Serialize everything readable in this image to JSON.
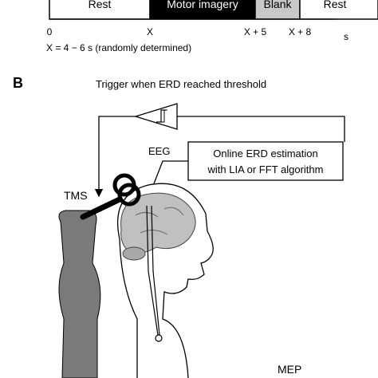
{
  "timeline": {
    "segments": [
      {
        "label": "Rest",
        "fill": "#ffffff",
        "text_color": "#000000"
      },
      {
        "label": "Motor imagery",
        "fill": "#000000",
        "text_color": "#ffffff"
      },
      {
        "label": "Blank",
        "fill": "#c8c8c8",
        "text_color": "#000000"
      },
      {
        "label": "Rest",
        "fill": "#ffffff",
        "text_color": "#000000"
      }
    ],
    "ticks": [
      "0",
      "X",
      "X + 5",
      "X + 8"
    ],
    "unit": "s",
    "note": "X = 4 − 6 s (randomly determined)"
  },
  "panel_b": {
    "label": "B",
    "trigger_text": "Trigger when ERD reached threshold",
    "eeg_label": "EEG",
    "box_line1": "Online ERD estimation",
    "box_line2": "with LIA or FFT algorithm",
    "tms_label": "TMS",
    "mep_label": "MEP",
    "schmitt_symbol": "∫"
  },
  "colors": {
    "body_gray": "#7a7a7a",
    "brain_gray": "#c0c0c0"
  }
}
